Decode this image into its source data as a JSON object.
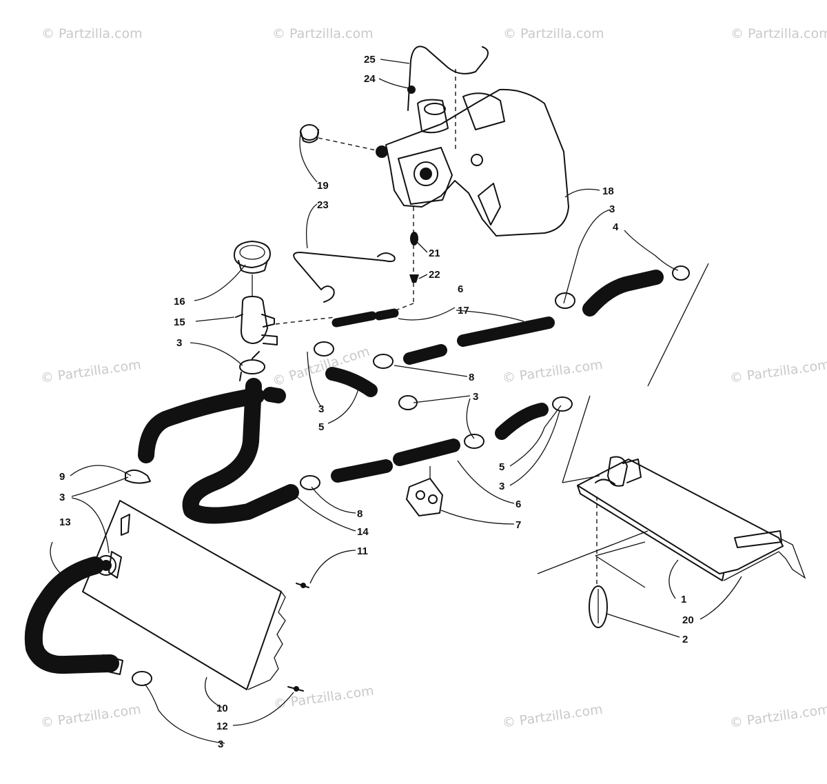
{
  "watermark": "© Partzilla.com",
  "callouts": {
    "c25": "25",
    "c24": "24",
    "c19": "19",
    "c23": "23",
    "c18": "18",
    "c3a": "3",
    "c4": "4",
    "c21": "21",
    "c22": "22",
    "c16": "16",
    "c15": "15",
    "c3b": "3",
    "c6a": "6",
    "c17": "17",
    "c8a": "8",
    "c3c": "3",
    "c5a": "5",
    "c3d": "3",
    "c5b": "5",
    "c3e": "3",
    "c9": "9",
    "c3f": "3",
    "c13": "13",
    "c8b": "8",
    "c14": "14",
    "c6b": "6",
    "c7": "7",
    "c11": "11",
    "c1": "1",
    "c20": "20",
    "c2": "2",
    "c10": "10",
    "c12": "12",
    "c3g": "3"
  }
}
